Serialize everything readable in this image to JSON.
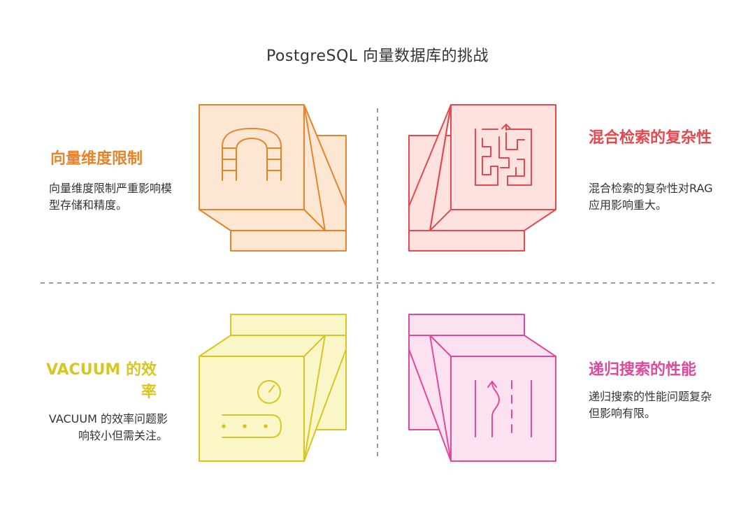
{
  "title": "PostgreSQL 向量数据库的挑战",
  "quadrants": [
    {
      "heading": "向量维度限制",
      "description": "向量维度限制严重影响模型存储和精度。",
      "color": "#e5842a",
      "fill": "#fde7d3",
      "icon": "arch-ladder-icon"
    },
    {
      "heading": "混合检索的复杂性",
      "description": "混合检索的复杂性对RAG应用影响重大。",
      "color": "#e5484d",
      "fill": "#fde2e0",
      "icon": "maze-icon"
    },
    {
      "heading": "VACUUM 的效率",
      "description": "VACUUM 的效率问题影响较小但需关注。",
      "color": "#d8c620",
      "fill": "#fbf6c7",
      "icon": "washing-machine-icon"
    },
    {
      "heading": "递归搜索的性能",
      "description": "递归搜索的性能问题复杂但影响有限。",
      "color": "#e0499a",
      "fill": "#fce1f0",
      "icon": "winding-road-icon"
    }
  ]
}
